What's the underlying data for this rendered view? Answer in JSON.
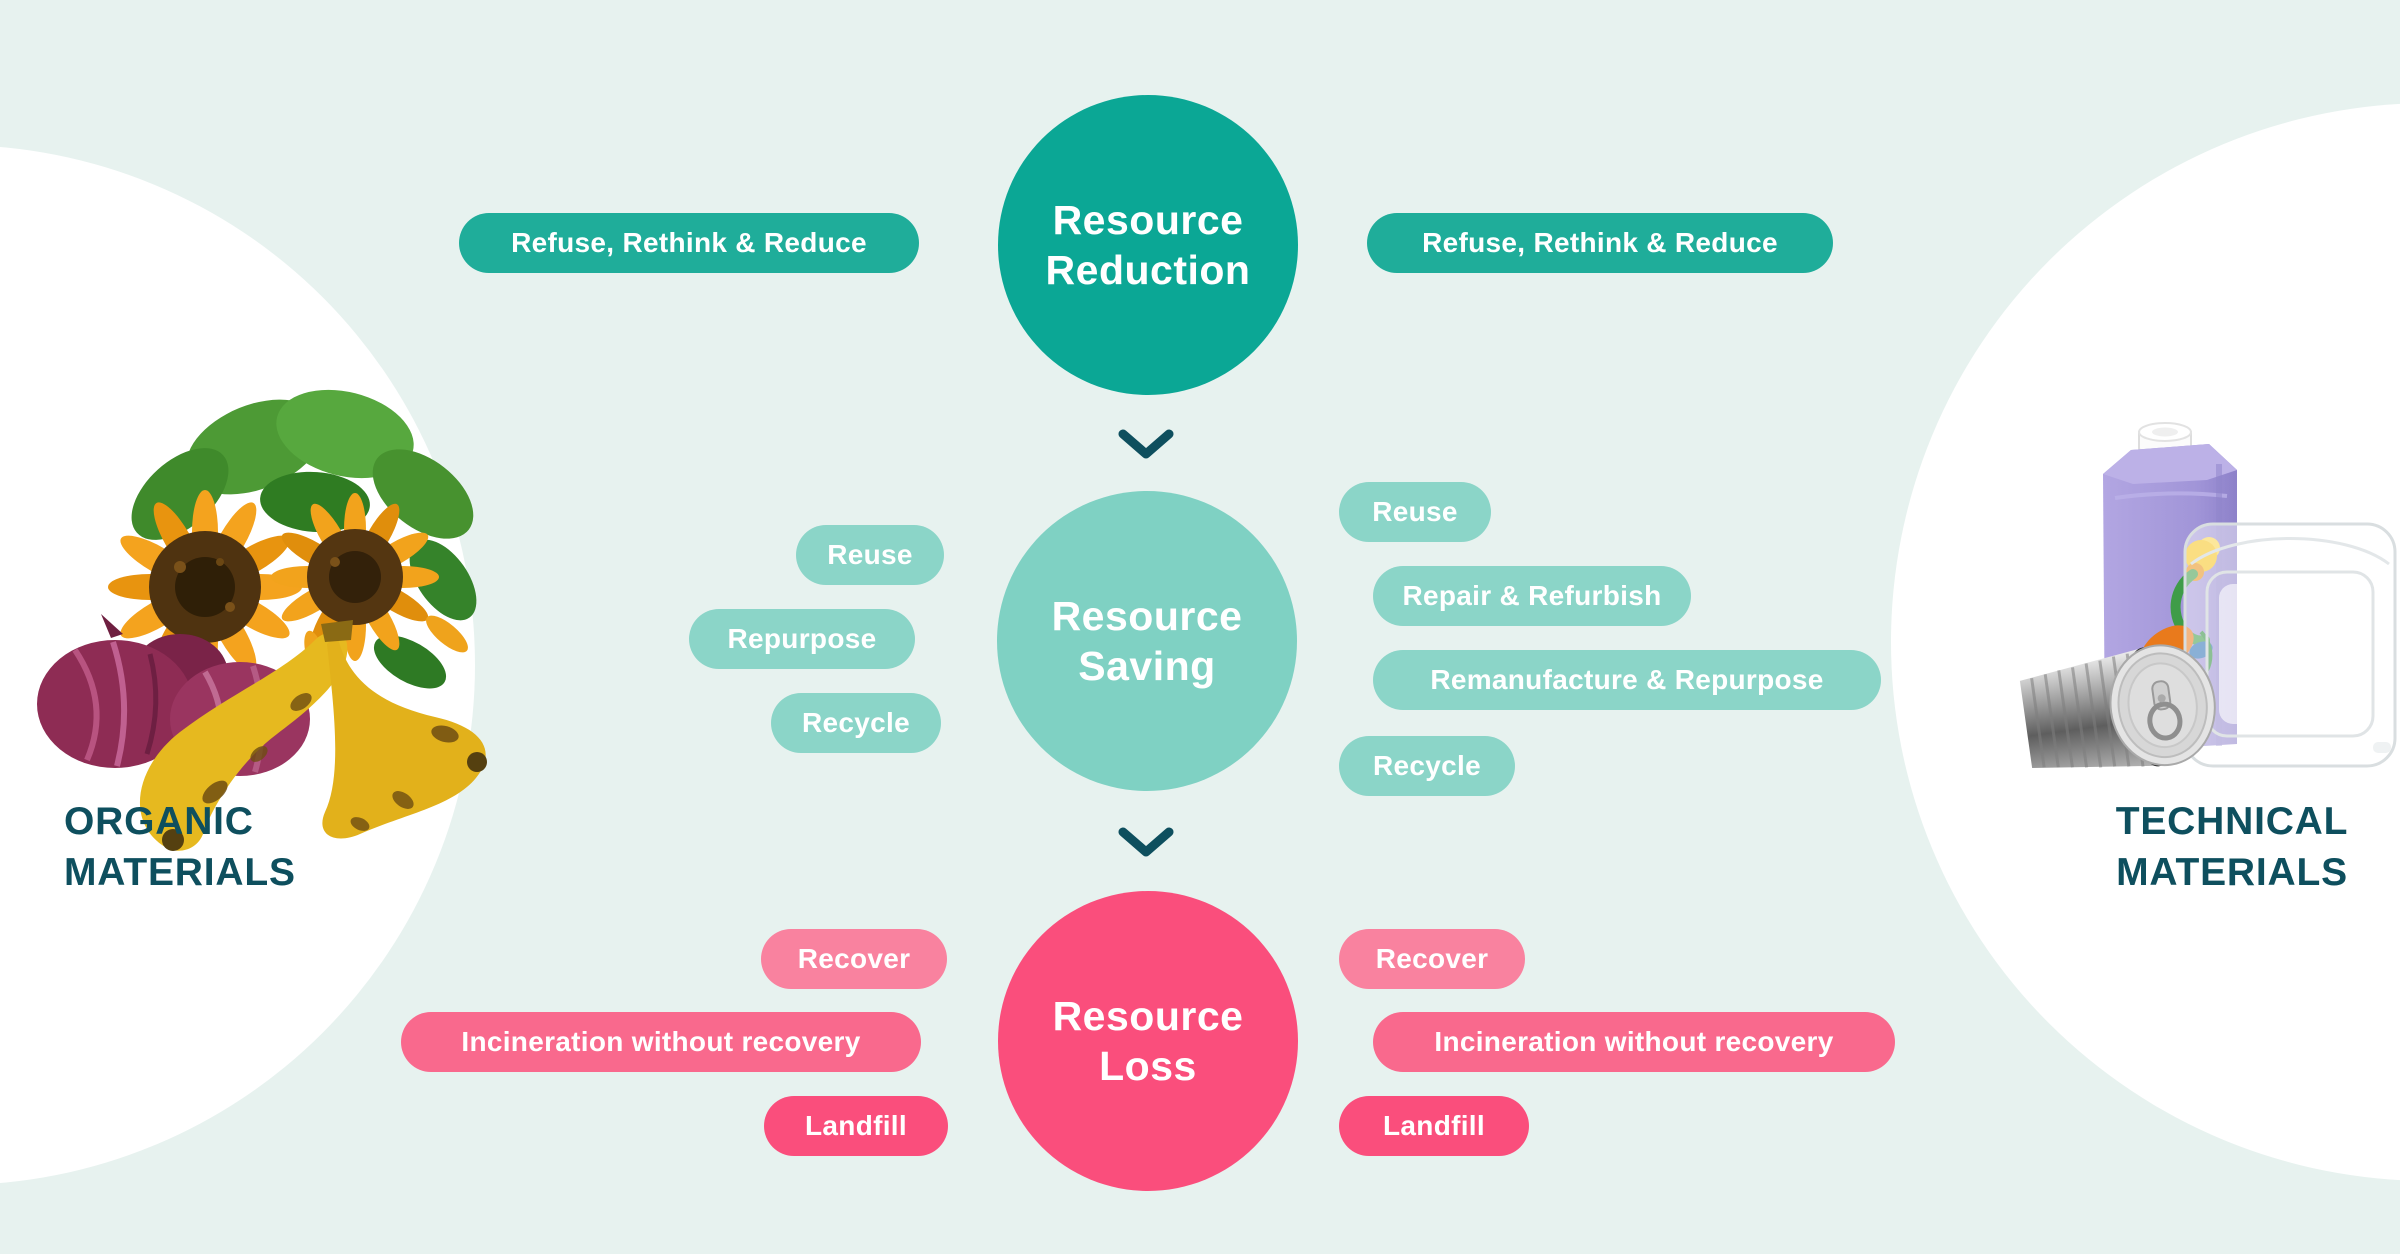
{
  "colors": {
    "background": "#E7F2EF",
    "panel-white": "#FFFFFF",
    "teal-circle": "#0BA795",
    "teal-pill": "#1FAD9A",
    "mint-circle": "#7FD1C3",
    "mint-pill": "#8BD5C8",
    "pink-circle": "#FA4E7C",
    "pink-light": "#F9829F",
    "pink-mid": "#F9698D",
    "pink-strong": "#FA4E7C",
    "dark-teal": "#0E4F5E"
  },
  "stages": [
    {
      "line1": "Resource",
      "line2": "Reduction"
    },
    {
      "line1": "Resource",
      "line2": "Saving"
    },
    {
      "line1": "Resource",
      "line2": "Loss"
    }
  ],
  "badges": {
    "reduction_left": [
      "Refuse, Rethink & Reduce"
    ],
    "reduction_right": [
      "Refuse, Rethink & Reduce"
    ],
    "saving_left": [
      "Reuse",
      "Repurpose",
      "Recycle"
    ],
    "saving_right": [
      "Reuse",
      "Repair & Refurbish",
      "Remanufacture & Repurpose",
      "Recycle"
    ],
    "loss_left": [
      "Recover",
      "Incineration without recovery",
      "Landfill"
    ],
    "loss_right": [
      "Recover",
      "Incineration without recovery",
      "Landfill"
    ]
  },
  "materials": {
    "left": {
      "line1": "ORGANIC",
      "line2": "MATERIALS"
    },
    "right": {
      "line1": "TECHNICAL",
      "line2": "MATERIALS"
    }
  },
  "icons": {
    "flow_arrow": "chevron-down-icon",
    "left_image": "organic-waste-photo",
    "right_image": "technical-packaging-photo"
  }
}
